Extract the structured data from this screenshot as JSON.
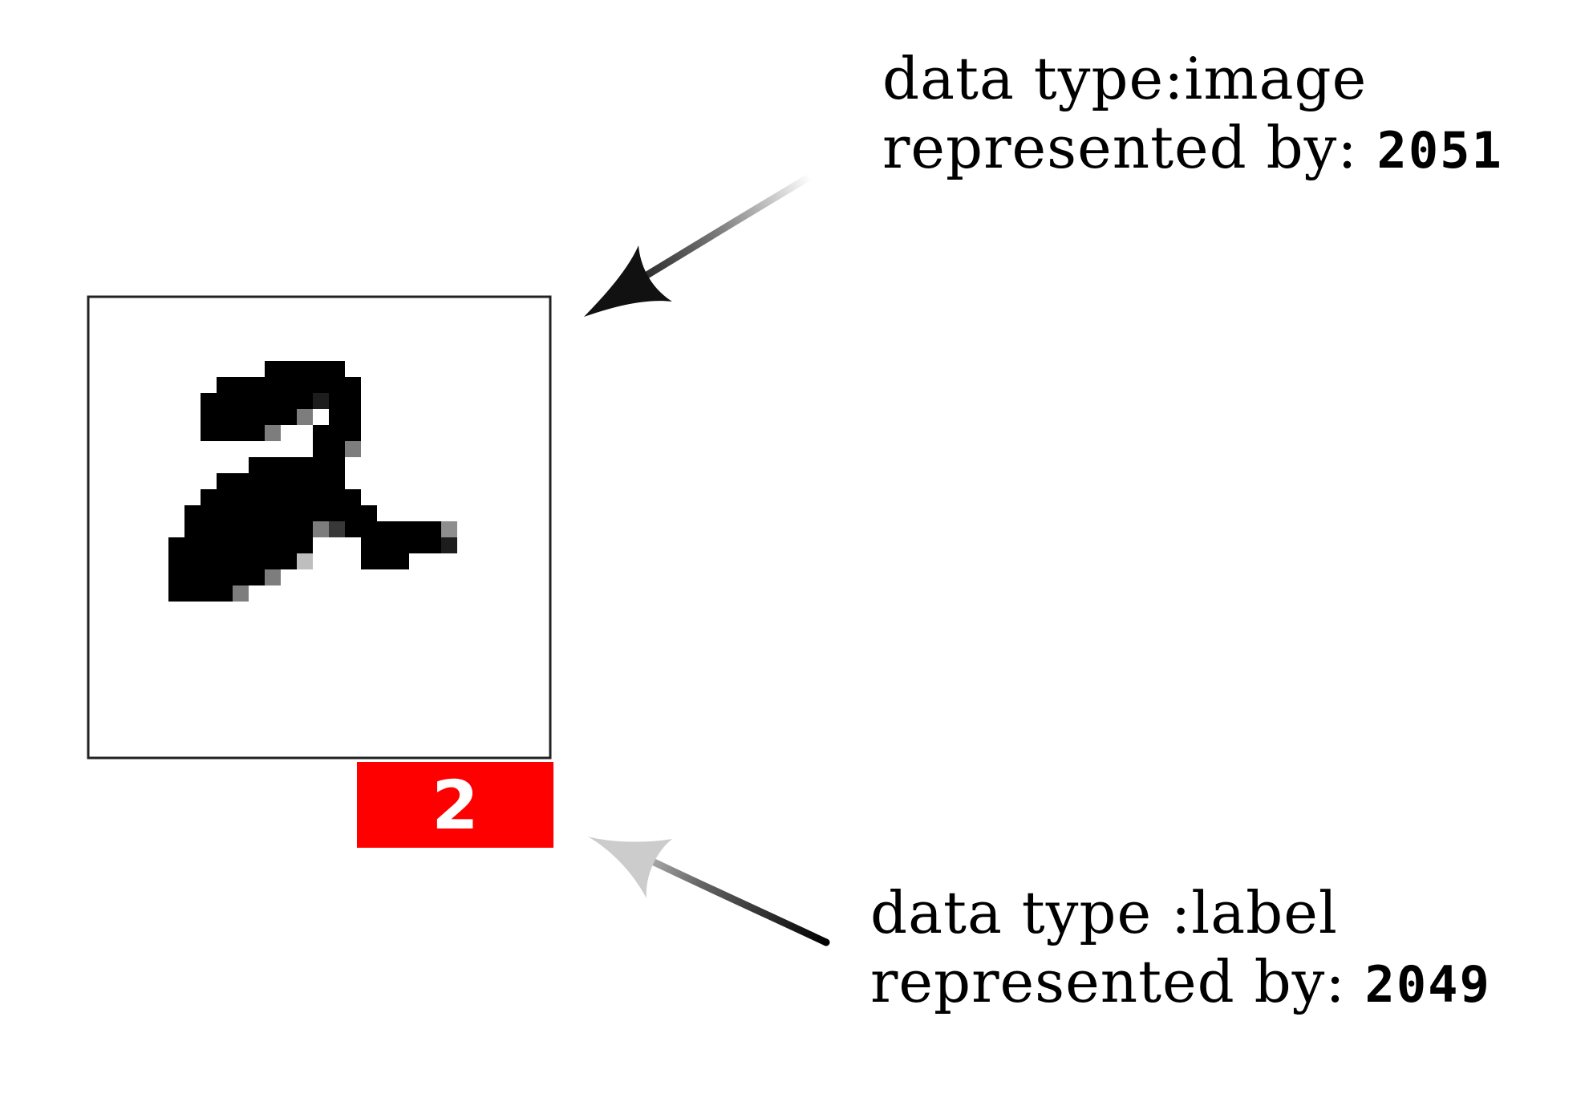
{
  "image_annotation": {
    "type_line": "data  type:image",
    "represented_prefix": "represented  by:",
    "represented_value": "2051"
  },
  "label_annotation": {
    "type_line": "data  type :label",
    "represented_prefix": "represented  by:",
    "represented_value": "2049"
  },
  "label_badge": {
    "value": "2",
    "color": "#ff0000"
  },
  "digit_image": {
    "description_icon": "handwritten-digit-image",
    "depicted_digit": "2"
  }
}
